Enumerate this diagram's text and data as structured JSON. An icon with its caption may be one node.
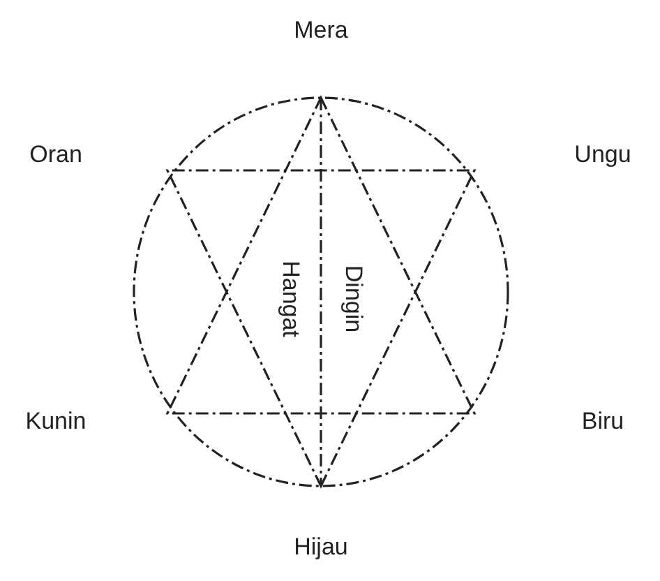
{
  "diagram": {
    "labels": [
      "Mera",
      "Oran",
      "Ungu",
      "Hangat",
      "Dingin",
      "Kunin",
      "Biru",
      "Hijau"
    ]
  }
}
